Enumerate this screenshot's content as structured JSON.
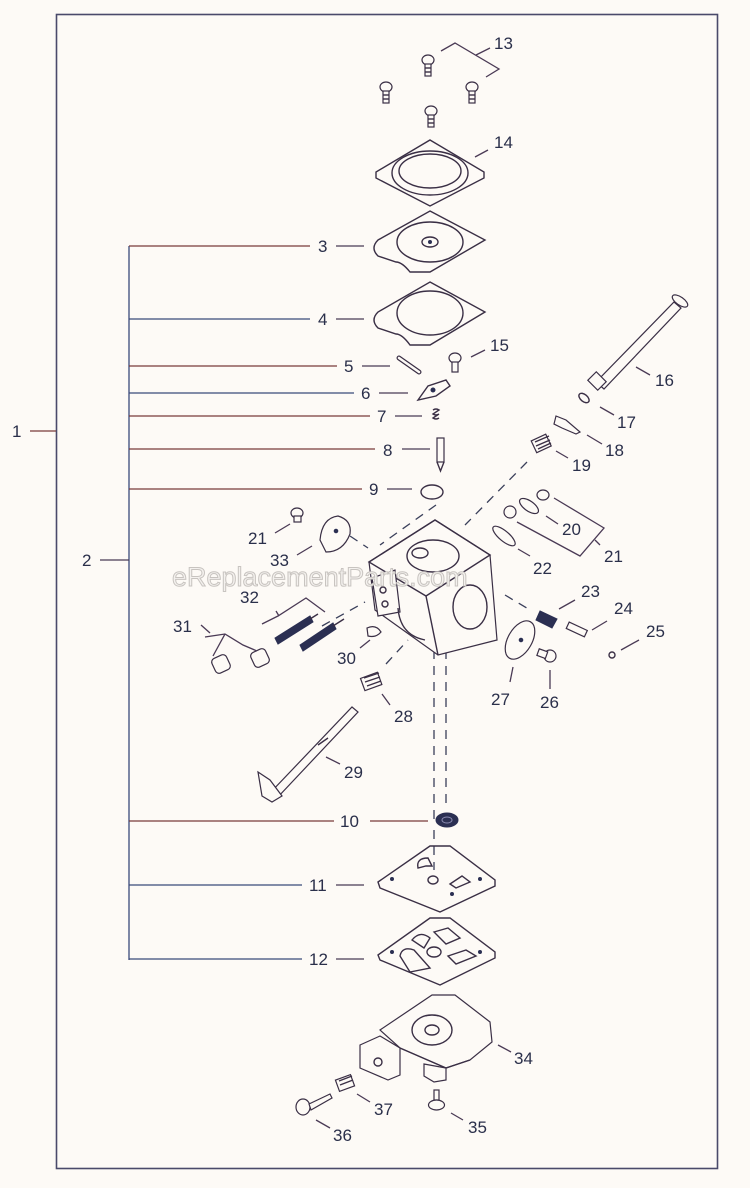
{
  "diagram": {
    "type": "exploded-parts-diagram",
    "subject": "carburetor assembly",
    "watermark": "eReplacementParts.com",
    "callouts": {
      "p1": "1",
      "p2": "2",
      "p3": "3",
      "p4": "4",
      "p5": "5",
      "p6": "6",
      "p7": "7",
      "p8": "8",
      "p9": "9",
      "p10": "10",
      "p11": "11",
      "p12": "12",
      "p13": "13",
      "p14": "14",
      "p15": "15",
      "p16": "16",
      "p17": "17",
      "p18": "18",
      "p19": "19",
      "p20": "20",
      "p21a": "21",
      "p21b": "21",
      "p22": "22",
      "p23": "23",
      "p24": "24",
      "p25": "25",
      "p26": "26",
      "p27": "27",
      "p28": "28",
      "p29": "29",
      "p30": "30",
      "p31": "31",
      "p32": "32",
      "p33": "33",
      "p34": "34",
      "p35": "35",
      "p36": "36",
      "p37": "37"
    },
    "groups": {
      "assembly": "1",
      "repair_kit": "2",
      "repair_kit_members": [
        "3",
        "4",
        "5",
        "6",
        "7",
        "8",
        "9",
        "10",
        "11",
        "12"
      ]
    },
    "colors": {
      "line": "#3a2f45",
      "text": "#2a2f4a",
      "background": "#fdfaf6",
      "frame": "#4a4a6a"
    }
  }
}
